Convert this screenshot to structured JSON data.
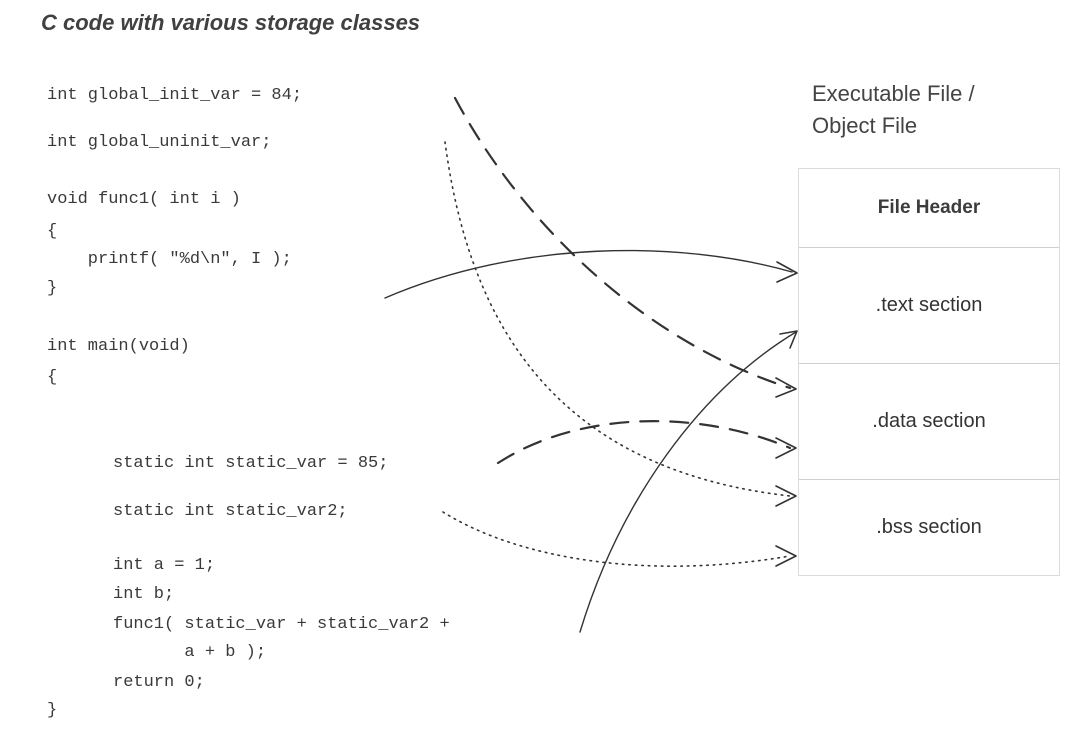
{
  "title": "C code with various storage classes",
  "code_lines": [
    "int global_init_var = 84;",
    "int global_uninit_var;",
    "void func1( int i )",
    "{",
    "    printf( \"%d\\n\", I );",
    "}",
    "int main(void)",
    "{",
    "static int static_var = 85;",
    "static int static_var2;",
    "int a = 1;",
    "int b;",
    "func1( static_var + static_var2 +",
    "       a + b );",
    "return 0;",
    "}"
  ],
  "file": {
    "title_line1": "Executable File /",
    "title_line2": "Object File",
    "sections": [
      "File Header",
      ".text section",
      ".data section",
      ".bss section"
    ]
  },
  "arrow_styles": {
    "text": "solid",
    "data": "dashed",
    "bss": "dotted"
  },
  "colors": {
    "arrow": "#333333",
    "box_border": "#cfcfcf"
  }
}
